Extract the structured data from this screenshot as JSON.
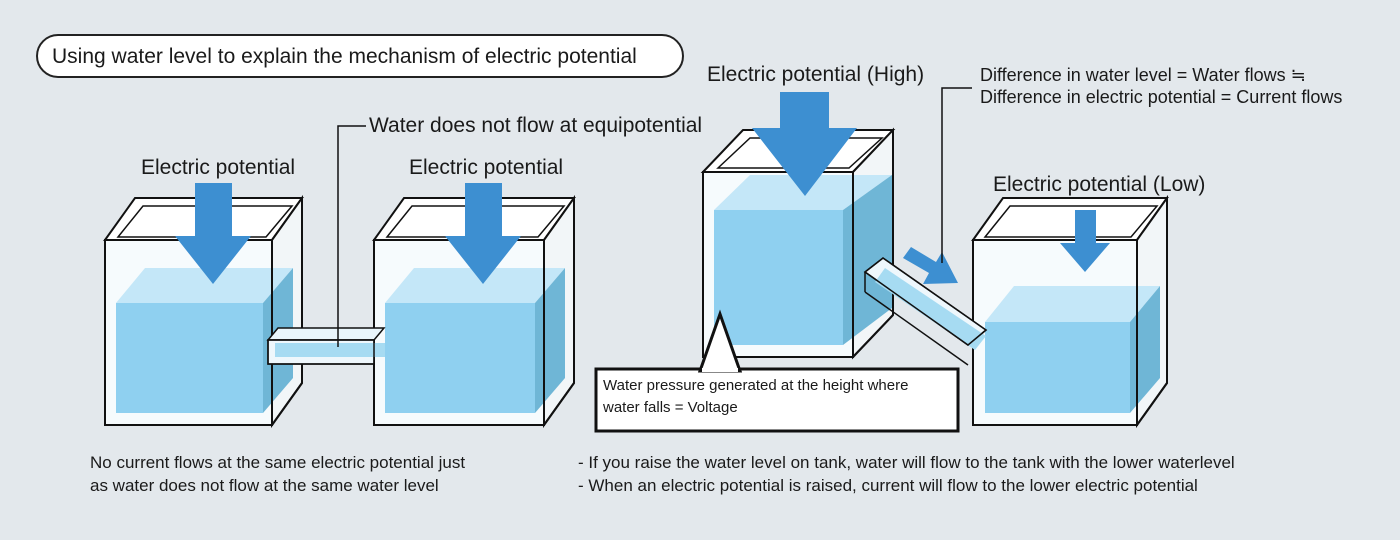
{
  "title": "Using water level to explain the mechanism of electric potential",
  "equal": {
    "left_tank_label": "Electric potential",
    "right_tank_label": "Electric potential",
    "callout": "Water does not flow at equipotential",
    "caption_line1": "No current flows at the same electric potential just",
    "caption_line2": "as water does not flow at the same water level"
  },
  "unequal": {
    "high_label": "Electric potential (High)",
    "low_label": "Electric potential (Low)",
    "equation_line1": "Difference in water level = Water flows ≒",
    "equation_line2": "Difference in electric potential = Current flows",
    "pressure_line1": "Water pressure generated at the height where",
    "pressure_line2": "water falls = Voltage",
    "bullet1": "- If you raise the water level on tank, water will flow to the tank with the lower waterlevel",
    "bullet2": "- When an electric potential is raised, current will flow to the lower electric potential"
  },
  "colors": {
    "water_front": "#8fd0f0",
    "water_top": "#c4e7f8",
    "water_side": "#6fb6d6",
    "arrow": "#3d8fd1",
    "background": "#e3e8ec"
  }
}
